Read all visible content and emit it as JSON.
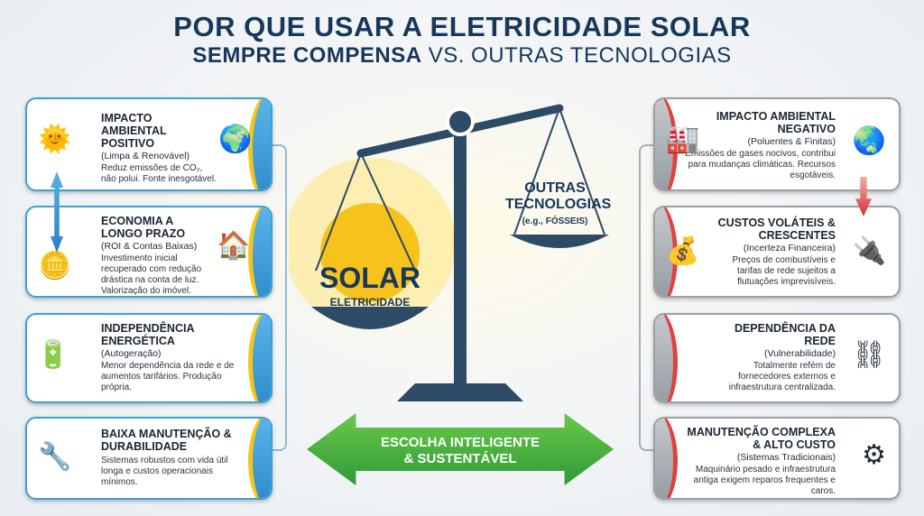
{
  "title": {
    "line1": "POR QUE USAR A ELETRICIDADE SOLAR",
    "line2_bold": "SEMPRE COMPENSA",
    "line2_rest": " VS. OUTRAS TECNOLOGIAS"
  },
  "scale": {
    "solar_title": "SOLAR",
    "solar_sub": "ELETRICIDADE",
    "other_title": "OUTRAS TECNOLOGIAS",
    "other_sub": "(e.g., FÓSSEIS)"
  },
  "banner": {
    "line1": "ESCOLHA INTELIGENTE",
    "line2": "& SUSTENTÁVEL",
    "color": "#3aa83a"
  },
  "solar_benefits": [
    {
      "title": "IMPACTO AMBIENTAL POSITIVO",
      "subtitle": "(Limpa & Renovável)",
      "desc": "Reduz emissões de CO₂, não polui. Fonte inesgotável.",
      "icons": [
        "sun-leaf-icon",
        "globe-icon"
      ]
    },
    {
      "title": "ECONOMIA A LONGO PRAZO",
      "subtitle": "(ROI & Contas Baixas)",
      "desc": "Investimento inicial recuperado com redução drástica na conta de luz. Valorização do imóvel.",
      "icons": [
        "coins-icon",
        "solar-house-icon"
      ]
    },
    {
      "title": "INDEPENDÊNCIA ENERGÉTICA",
      "subtitle": "(Autogeração)",
      "desc": "Menor dependência da rede e de aumentos tarifários. Produção própria.",
      "icons": [
        "battery-house-icon"
      ]
    },
    {
      "title": "BAIXA MANUTENÇÃO & DURABILIDADE",
      "subtitle": "",
      "desc": "Sistemas robustos com vida útil longa e custos operacionais mínimos.",
      "icons": [
        "wrench-panel-icon"
      ]
    }
  ],
  "other_drawbacks": [
    {
      "title": "IMPACTO AMBIENTAL NEGATIVO",
      "subtitle": "(Poluentes & Finitas)",
      "desc": "Emissões de gases nocivos, contribui para mudanças climáticas. Recursos esgotáveis.",
      "icons": [
        "factory-icon",
        "polluted-globe-icon"
      ]
    },
    {
      "title": "CUSTOS VOLÁTEIS & CRESCENTES",
      "subtitle": "(Incerteza Financeira)",
      "desc": "Preços de combustíveis e tarifas de rede sujeitos a flutuações imprevisíveis.",
      "icons": [
        "money-bag-icon",
        "plug-cost-icon"
      ]
    },
    {
      "title": "DEPENDÊNCIA DA REDE",
      "subtitle": "(Vulnerabilidade)",
      "desc": "Totalmente refém de fornecedores externos e infraestrutura centralizada.",
      "icons": [
        "chained-meter-icon"
      ]
    },
    {
      "title": "MANUTENÇÃO COMPLEXA & ALTO CUSTO",
      "subtitle": "(Sistemas Tradicionais)",
      "desc": "Maquinário pesado e infraestrutura antiga exigem reparos frequentes e caros.",
      "icons": [
        "gears-oil-icon"
      ]
    }
  ]
}
